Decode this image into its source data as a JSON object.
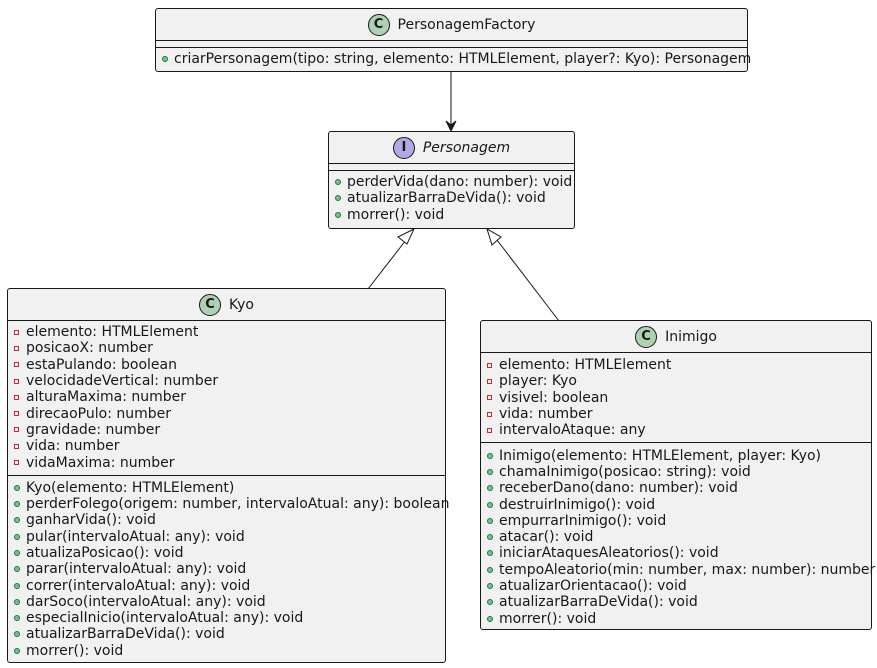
{
  "factory": {
    "name": "PersonagemFactory",
    "type_letter": "C",
    "methods": [
      "criarPersonagem(tipo: string, elemento: HTMLElement, player?: Kyo): Personagem"
    ]
  },
  "personagem": {
    "name": "Personagem",
    "type_letter": "I",
    "methods": [
      "perderVida(dano: number): void",
      "atualizarBarraDeVida(): void",
      "morrer(): void"
    ]
  },
  "kyo": {
    "name": "Kyo",
    "type_letter": "C",
    "fields": [
      "elemento: HTMLElement",
      "posicaoX: number",
      "estaPulando: boolean",
      "velocidadeVertical: number",
      "alturaMaxima: number",
      "direcaoPulo: number",
      "gravidade: number",
      "vida: number",
      "vidaMaxima: number"
    ],
    "methods": [
      "Kyo(elemento: HTMLElement)",
      "perderFolego(origem: number, intervaloAtual: any): boolean",
      "ganharVida(): void",
      "pular(intervaloAtual: any): void",
      "atualizaPosicao(): void",
      "parar(intervaloAtual: any): void",
      "correr(intervaloAtual: any): void",
      "darSoco(intervaloAtual: any): void",
      "especialInicio(intervaloAtual: any): void",
      "atualizarBarraDeVida(): void",
      "morrer(): void"
    ]
  },
  "inimigo": {
    "name": "Inimigo",
    "type_letter": "C",
    "fields": [
      "elemento: HTMLElement",
      "player: Kyo",
      "visivel: boolean",
      "vida: number",
      "intervaloAtaque: any"
    ],
    "methods": [
      "Inimigo(elemento: HTMLElement, player: Kyo)",
      "chamaInimigo(posicao: string): void",
      "receberDano(dano: number): void",
      "destruirInimigo(): void",
      "empurrarInimigo(): void",
      "atacar(): void",
      "iniciarAtaquesAleatorios(): void",
      "tempoAleatorio(min: number, max: number): number",
      "atualizarOrientacao(): void",
      "atualizarBarraDeVida(): void",
      "morrer(): void"
    ]
  },
  "colors": {
    "class_fill": "#f1f1f1",
    "class_badge": "#add1b2",
    "interface_badge": "#b4a7e5",
    "private_marker": "#c82930",
    "public_marker": "#84be84",
    "line": "#181818"
  }
}
